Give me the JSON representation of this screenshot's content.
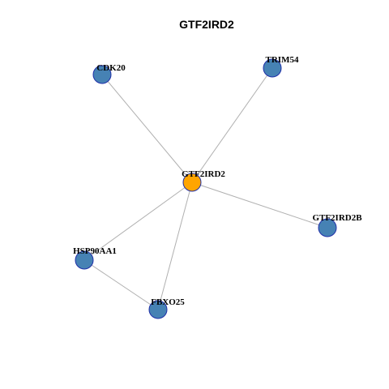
{
  "title": "GTF2IRD2",
  "colors": {
    "center_node": "#FFA500",
    "neighbor_node": "#4682B4",
    "node_border": "#1F2FA8",
    "edge": "#B0B0B0"
  },
  "nodes": [
    {
      "id": "GTF2IRD2",
      "label": "GTF2IRD2",
      "role": "center"
    },
    {
      "id": "CDK20",
      "label": "CDK20",
      "role": "neighbor"
    },
    {
      "id": "TRIM54",
      "label": "TRIM54",
      "role": "neighbor"
    },
    {
      "id": "GTF2IRD2B",
      "label": "GTF2IRD2B",
      "role": "neighbor"
    },
    {
      "id": "HSP90AA1",
      "label": "HSP90AA1",
      "role": "neighbor"
    },
    {
      "id": "FBXO25",
      "label": "FBXO25",
      "role": "neighbor"
    }
  ],
  "edges": [
    {
      "source": "GTF2IRD2",
      "target": "CDK20"
    },
    {
      "source": "GTF2IRD2",
      "target": "TRIM54"
    },
    {
      "source": "GTF2IRD2",
      "target": "GTF2IRD2B"
    },
    {
      "source": "GTF2IRD2",
      "target": "HSP90AA1"
    },
    {
      "source": "GTF2IRD2",
      "target": "FBXO25"
    },
    {
      "source": "HSP90AA1",
      "target": "FBXO25"
    }
  ]
}
